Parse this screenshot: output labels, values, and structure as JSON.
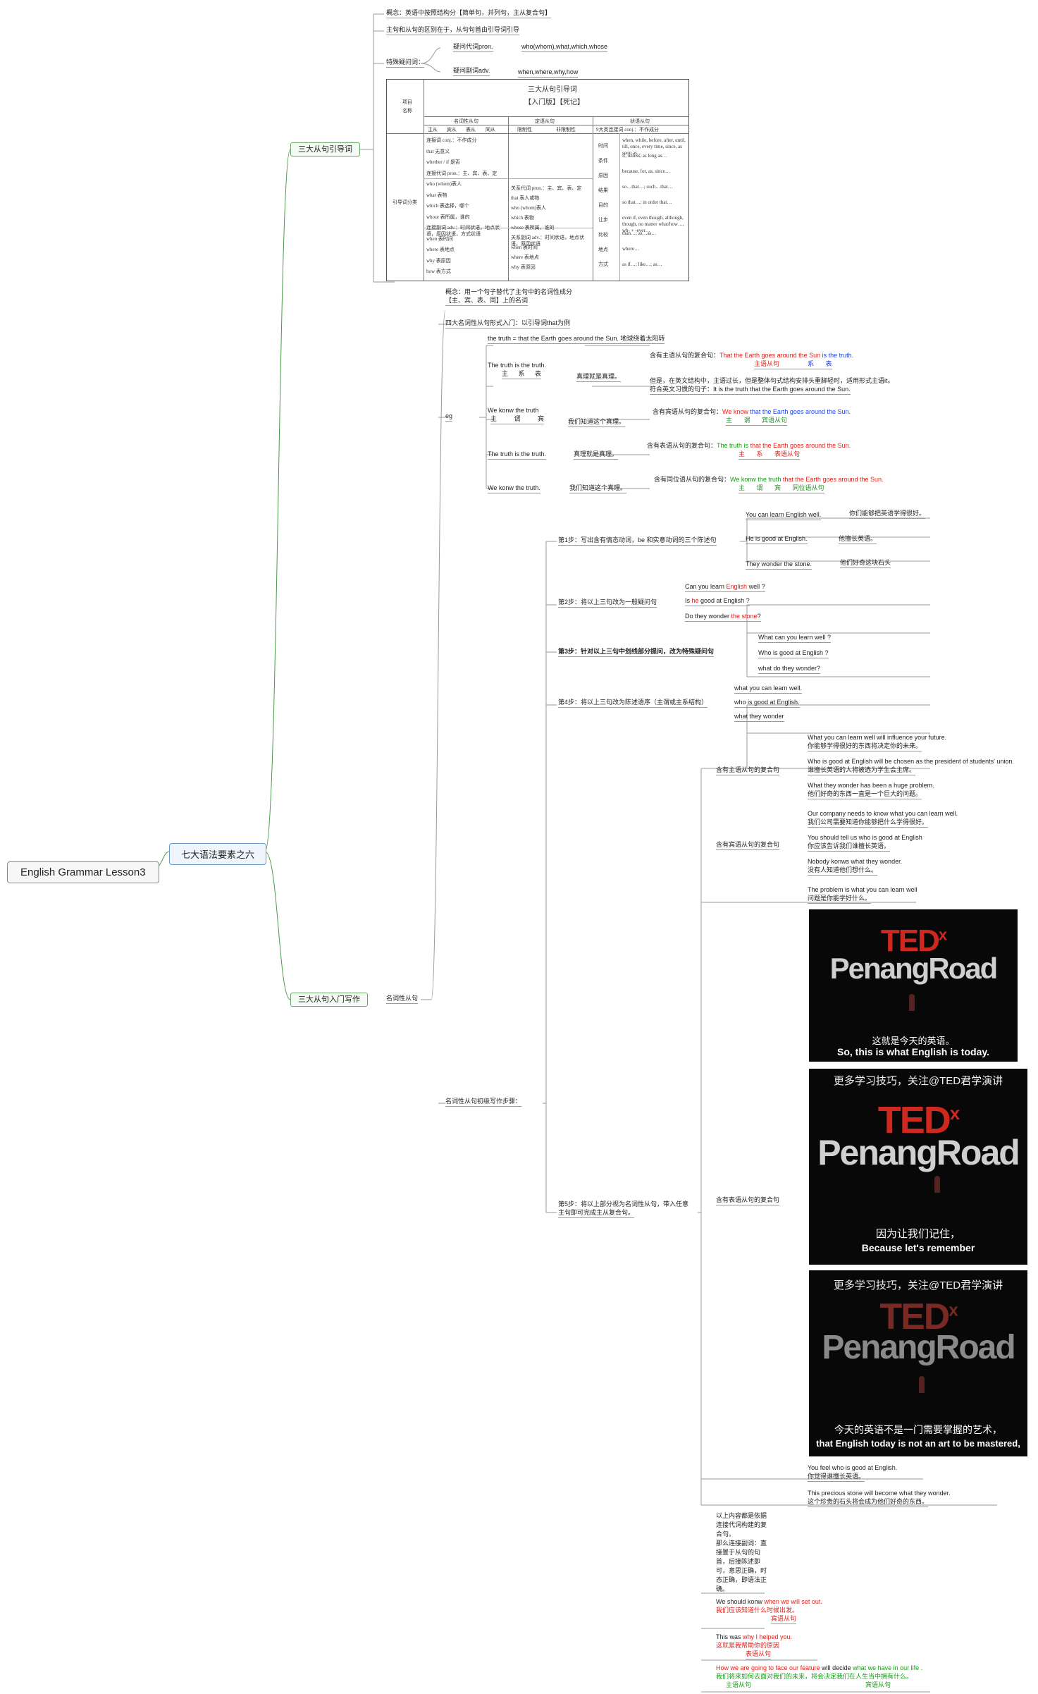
{
  "root": "English Grammar Lesson3",
  "main": "七大语法要素之六",
  "branch1": "三大从句引导词",
  "branch2": "三大从句入门写作",
  "b1": {
    "concept": "概念：英语中按照结构分【简单句，并列句，主从复合句】",
    "diff": "主句和从句的区别在于，从句句首由引导词引导",
    "special": "特殊疑问词：",
    "pron": "疑问代词pron.",
    "pron_words": "who(whom),what,which,whose",
    "adv": "疑问副词adv.",
    "adv_words": "when,where,why,how"
  },
  "table": {
    "title": "三大从句引导词",
    "subtitle": "【入门版】【死记】",
    "item": "项目",
    "name": "名称",
    "col_noun": "名词性从句",
    "col_attr": "定语从句",
    "col_advb": "状语从句",
    "noun_sub": [
      "主从",
      "宾从",
      "表从",
      "同从"
    ],
    "attr_sub": [
      "限制性",
      "非限制性"
    ],
    "advb_sub": "9大类连接词 conj.：不作成分",
    "row_label": "引导词分类",
    "noun_cells": [
      "连接词 conj.：不作成分",
      "that 无意义",
      "whether / if 是否",
      "连接代词 pron.：主、宾、表、定",
      "who (whom)表人",
      "what 表物",
      "which 表选择，哪个",
      "whose 表所属，谁的",
      "连接副词 adv.：时间状语，地点状语，原因状语，方式状语",
      "when 表时间",
      "where 表地点",
      "why 表原因",
      "how 表方式"
    ],
    "attr_cells": [
      "关系代词 pron.：主、宾、表、定",
      "that 表人或物",
      "who (whom)表人",
      "which 表物",
      "whose 表所属，谁的",
      "关系副词 adv.：时间状语，地点状语，原因状语",
      "when 表时间",
      "where 表地点",
      "why 表原因"
    ],
    "advb_types": [
      "时间",
      "条件",
      "原因",
      "结果",
      "目的",
      "让步",
      "比较",
      "地点",
      "方式"
    ],
    "advb_cells": [
      "when, while, before, after, until, till, once, every time, since, as soon as…",
      "if, unless, as long as…",
      "because, for, as, since…",
      "so…that…; such…that…",
      "so that…; in order that…",
      "even if, even though, although, though, no matter what/how…, wh- + -ever…",
      "than…; as…as…",
      "where…",
      "as if…; like…; as…"
    ]
  },
  "noun": {
    "label": "名词性从句",
    "concept1": "概念：用一个句子替代了主句中的名词性成分",
    "concept2": "【主、宾、表、同】上的名词",
    "intro": "四大名词性从句形式入门：以引导词that为例",
    "eg": "eg",
    "base": "the truth = that the Earth goes around the Sun. 地球绕着太阳转",
    "s1": "The truth is the truth.",
    "s1_tags": "主 系 表",
    "s1_cn": "真理就是真理。",
    "s1_a_label": "含有主语从句的复合句：",
    "s1_a_r": "That the Earth goes around the Sun",
    "s1_a_b": "is the truth.",
    "s1_a_tag1": "主语从句",
    "s1_a_tag2": "系 表",
    "s1_note1": "但是，在英文结构中，主语过长，但是整体句式结构安排头重脚轻时，适用形式主语it。",
    "s1_note2": "符合英文习惯的句子：It is the truth that the Earth goes around the Sun.",
    "s2": "We konw the truth",
    "s2_tags": "主 谓 宾",
    "s2_cn": "我们知道这个真理。",
    "s2_a_label": "含有宾语从句的复合句：",
    "s2_a_r": "We know",
    "s2_a_b": "that the Earth goes around the Sun.",
    "s2_a_tag": "主 谓 宾语从句",
    "s3": "The truth is the truth.",
    "s3_cn": "真理就是真理。",
    "s3_a_label": "含有表语从句的复合句：",
    "s3_a_g": "The truth is",
    "s3_a_r": "that the Earth goes around the Sun.",
    "s3_a_tag": "主 系 表语从句",
    "s4": "We konw the truth.",
    "s4_cn": "我们知道这个真理。",
    "s4_a_label": "含有同位语从句的复合句：",
    "s4_a_g": "We konw the truth",
    "s4_a_r": "that the Earth goes around the Sun.",
    "s4_a_tag": "主 谓 宾 同位语从句"
  },
  "steps": {
    "label": "名词性从句初级写作步骤：",
    "step1": "第1步：写出含有情态动词，be 和实意动词的三个陈述句",
    "step1_items": [
      [
        "You can learn English well.",
        "你们能够把英语学得很好。"
      ],
      [
        "He is good at English.",
        "他擅长英语。"
      ],
      [
        "They wonder the stone.",
        "他们好奇这块石头"
      ]
    ],
    "step2": "第2步：将以上三句改为一般疑问句",
    "step2_items": [
      "Can you learn ",
      "English",
      " well ?",
      "Is ",
      "he",
      " good at English ?",
      "Do they wonder ",
      "the stone",
      "?"
    ],
    "step3": "第3步：针对以上三句中划线部分提问，改为特殊疑问句",
    "step3_items": [
      "What can you learn well ?",
      "Who is good at English ?",
      "what do they wonder?"
    ],
    "step4": "第4步：将以上三句改为陈述语序（主谓或主系结构）",
    "step4_items": [
      "what you can learn well.",
      "who is good at English.",
      "what they wonder"
    ],
    "step5a": "第5步：将以上部分视为名词性从句，带入任意",
    "step5b": "主句即可完成主从复合句。",
    "subj_label": "含有主语从句的复合句",
    "subj_items": [
      [
        "What you can learn well will influence your future.",
        "你能够学得很好的东西将决定你的未来。"
      ],
      [
        "Who is good at English will be chosen as the president of students' union.",
        "谁擅长英语的人将被选为学生会主席。"
      ],
      [
        "What they wonder has been a huge problem.",
        "他们好奇的东西一直是一个巨大的问题。"
      ]
    ],
    "obj_label": "含有宾语从句的复合句",
    "obj_items": [
      [
        "Our company needs to know what you can learn well.",
        "我们公司需要知道你能够把什么学得很好。"
      ],
      [
        "You should tell us who is good at English",
        "你应该告诉我们谁擅长英语。"
      ],
      [
        "Nobody konws what they wonder.",
        "没有人知道他们想什么。"
      ]
    ],
    "pred_label": "含有表语从句的复合句",
    "pred_items": [
      [
        "The problem is what you can learn well",
        "问题是你能学好什么。"
      ],
      [
        "You feel who is good at English.",
        "你觉得谁擅长英语。"
      ],
      [
        "This precious stone will become what they wonder.",
        "这个珍贵的石头将会成为他们好奇的东西。"
      ]
    ],
    "summary": [
      "以上内容都是依据",
      "连接代词构建的复",
      "合句。",
      "那么连接副词：直",
      "接置于从句的句",
      "首，后接陈述即",
      "可，意思正确，时",
      "态正确，即语法正",
      "确。"
    ],
    "ex1": [
      "We should konw ",
      "when we will set out.",
      "我们应该知道什么时候出发。",
      "宾语从句"
    ],
    "ex2": [
      "This was ",
      "why I helped you.",
      "这就是我帮助你的原因",
      "表语从句"
    ],
    "ex3": [
      "How we are going to face our feature",
      " will decide ",
      "what we have in our life .",
      "我们将来如何去面对我们的未来，将会决定我们在人生当中拥有什么。",
      "主语从句",
      "宾语从句"
    ]
  },
  "video": {
    "brand1": "TED",
    "brand_x": "x",
    "brand2": "PenangRoad",
    "promo": "更多学习技巧，关注@TED君学演讲",
    "f1_cn": "这就是今天的英语。",
    "f1_en": "So, this is what English is today.",
    "f2_cn": "因为让我们记住，",
    "f2_en": "Because let's remember",
    "f3_cn": "今天的英语不是一门需要掌握的艺术，",
    "f3_en": "that English today is not an art to be mastered,"
  }
}
